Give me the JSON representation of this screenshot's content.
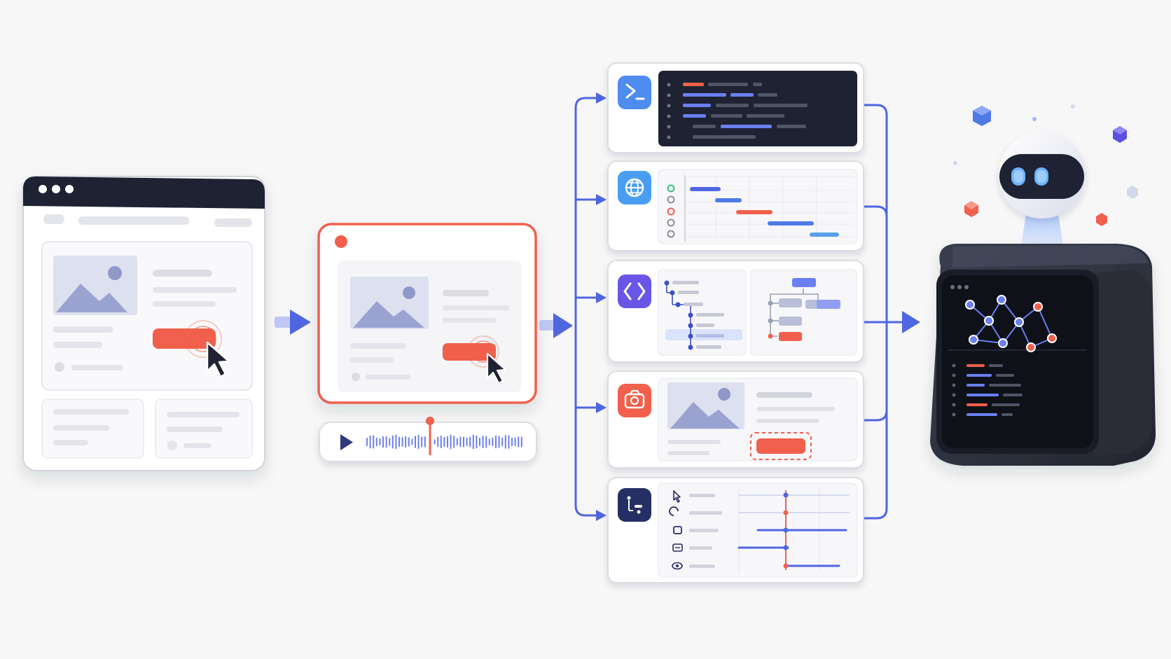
{
  "colors": {
    "background": "#f7f7f8",
    "accent_blue": "#4f66e0",
    "accent_red": "#f0604c",
    "card": "#ffffff",
    "card_border": "#dcdde3",
    "placeholder": "#e4e5ea",
    "image_fill": "#b9bfdc",
    "dark": "#1e2233",
    "device_body": "#2b2f3d"
  },
  "diagram": {
    "stages": [
      {
        "id": "source-webpage",
        "icons": [
          "browser-window-icon",
          "image-placeholder-icon",
          "cursor-icon"
        ]
      },
      {
        "id": "recorded-interaction",
        "icons": [
          "record-dot-icon",
          "cursor-icon",
          "play-icon",
          "audio-waveform-icon"
        ]
      },
      {
        "id": "modalities",
        "items": [
          {
            "id": "terminal",
            "icon": "terminal-icon"
          },
          {
            "id": "web-timeline",
            "icon": "globe-icon"
          },
          {
            "id": "code-structure",
            "icon": "code-brackets-icon"
          },
          {
            "id": "screenshot",
            "icon": "camera-icon"
          },
          {
            "id": "action-trace",
            "icon": "action-list-icon"
          }
        ]
      },
      {
        "id": "ai-agent",
        "icons": [
          "robot-icon",
          "device-icon",
          "graph-network-icon"
        ]
      }
    ]
  }
}
